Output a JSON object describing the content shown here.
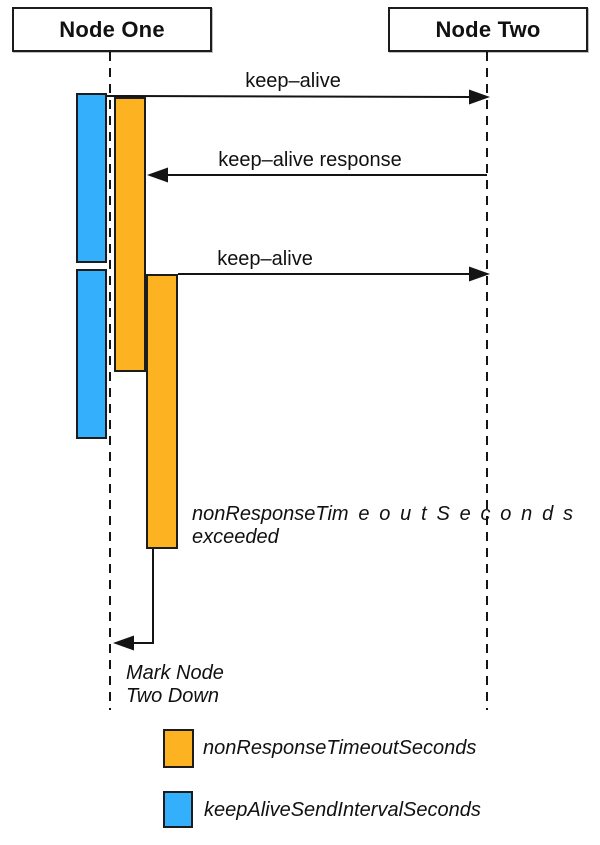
{
  "diagram": {
    "type": "sequence-diagram",
    "nodes": [
      {
        "label": "Node One"
      },
      {
        "label": "Node Two"
      }
    ],
    "messages": [
      {
        "label": "keep–alive",
        "from": "Node One",
        "to": "Node Two",
        "direction": "right"
      },
      {
        "label": "keep–alive response",
        "from": "Node Two",
        "to": "Node One",
        "direction": "left"
      },
      {
        "label": "keep–alive",
        "from": "Node One",
        "to": "Node Two",
        "direction": "right"
      }
    ],
    "self_message": {
      "note_line1": "Mark Node",
      "note_line2": "Two Down"
    },
    "timeout_note": {
      "line1": "nonResponseTim e o u t S e c o n d s",
      "line2": "exceeded",
      "meaning": "nonResponseTimeoutSeconds exceeded"
    },
    "legend": [
      {
        "label": "nonResponseTimeoutSeconds",
        "color": "#FDB222"
      },
      {
        "label": "keepAliveSendIntervalSeconds",
        "color": "#34AFFB"
      }
    ],
    "colors": {
      "orange": "#FDB222",
      "blue": "#34AFFB",
      "line": "#141414",
      "background": "#ffffff"
    }
  }
}
